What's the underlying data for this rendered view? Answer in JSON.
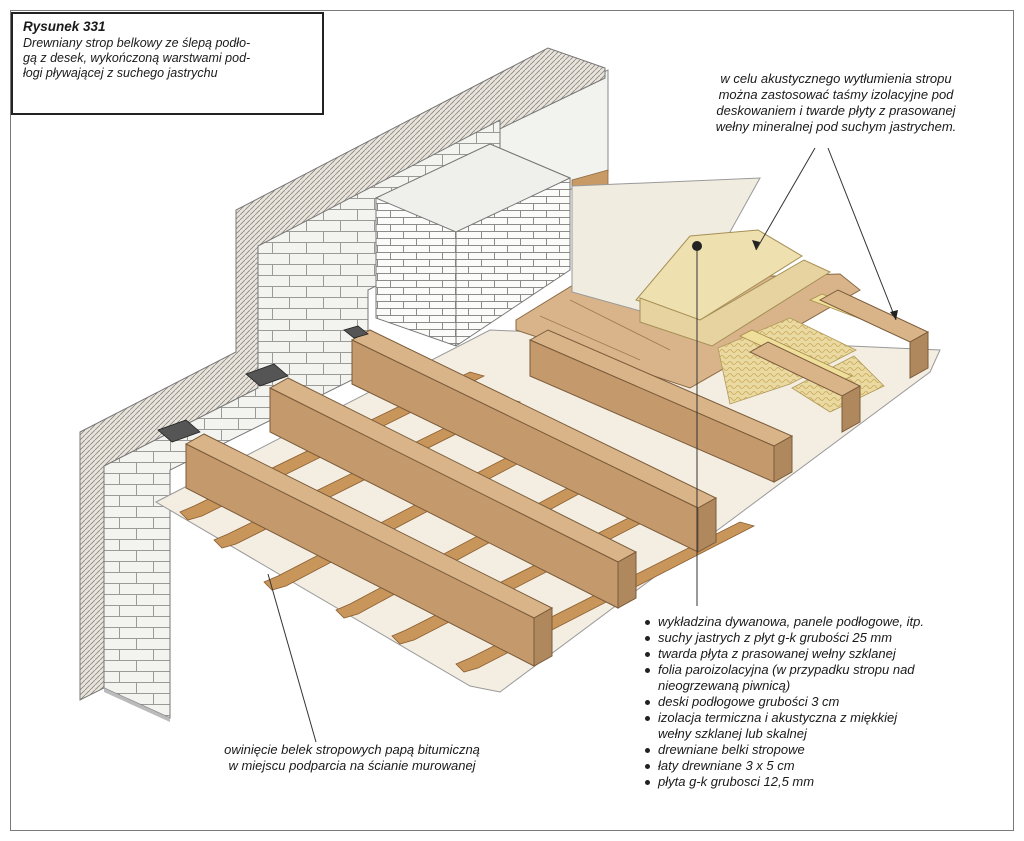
{
  "figure": {
    "title": "Rysunek 331",
    "caption_lines": [
      "Drewniany strop belkowy ze ślepą podło-",
      "gą z desek, wykończoną warstwami pod-",
      "łogi pływającej z suchego jastrychu"
    ]
  },
  "notes": {
    "acoustic_lines": [
      "w celu akustycznego wytłumienia stropu",
      "można zastosować taśmy izolacyjne pod",
      "deskowaniem i twarde płyty z prasowanej",
      "wełny mineralnej pod suchym jastrychem."
    ],
    "support_lines": [
      "owinięcie belek stropowych papą bitumiczną",
      "w miejscu podparcia na ścianie murowanej"
    ]
  },
  "layers": [
    "wykładzina dywanowa, panele podłogowe, itp.",
    "suchy jastrych z płyt g-k grubości 25 mm",
    "twarda płyta z prasowanej wełny szklanej",
    "folia paroizolacyjna (w przypadku stropu nad",
    "nieogrzewaną piwnicą)",
    "deski podłogowe grubości 3 cm",
    "izolacja termiczna i akustyczna z miękkiej",
    "wełny szklanej lub skalnej",
    "drewniane belki stropowe",
    "łaty drewniane 3 x 5 cm",
    "płyta g-k grubosci 12,5 mm"
  ],
  "colors": {
    "beam": "#c49a6c",
    "batten": "#c8955a",
    "plasterboard": "#f3ece0",
    "wall": "#f2f2ee",
    "insulation": "#e9d9a0",
    "screed": "#f0e6c8"
  }
}
